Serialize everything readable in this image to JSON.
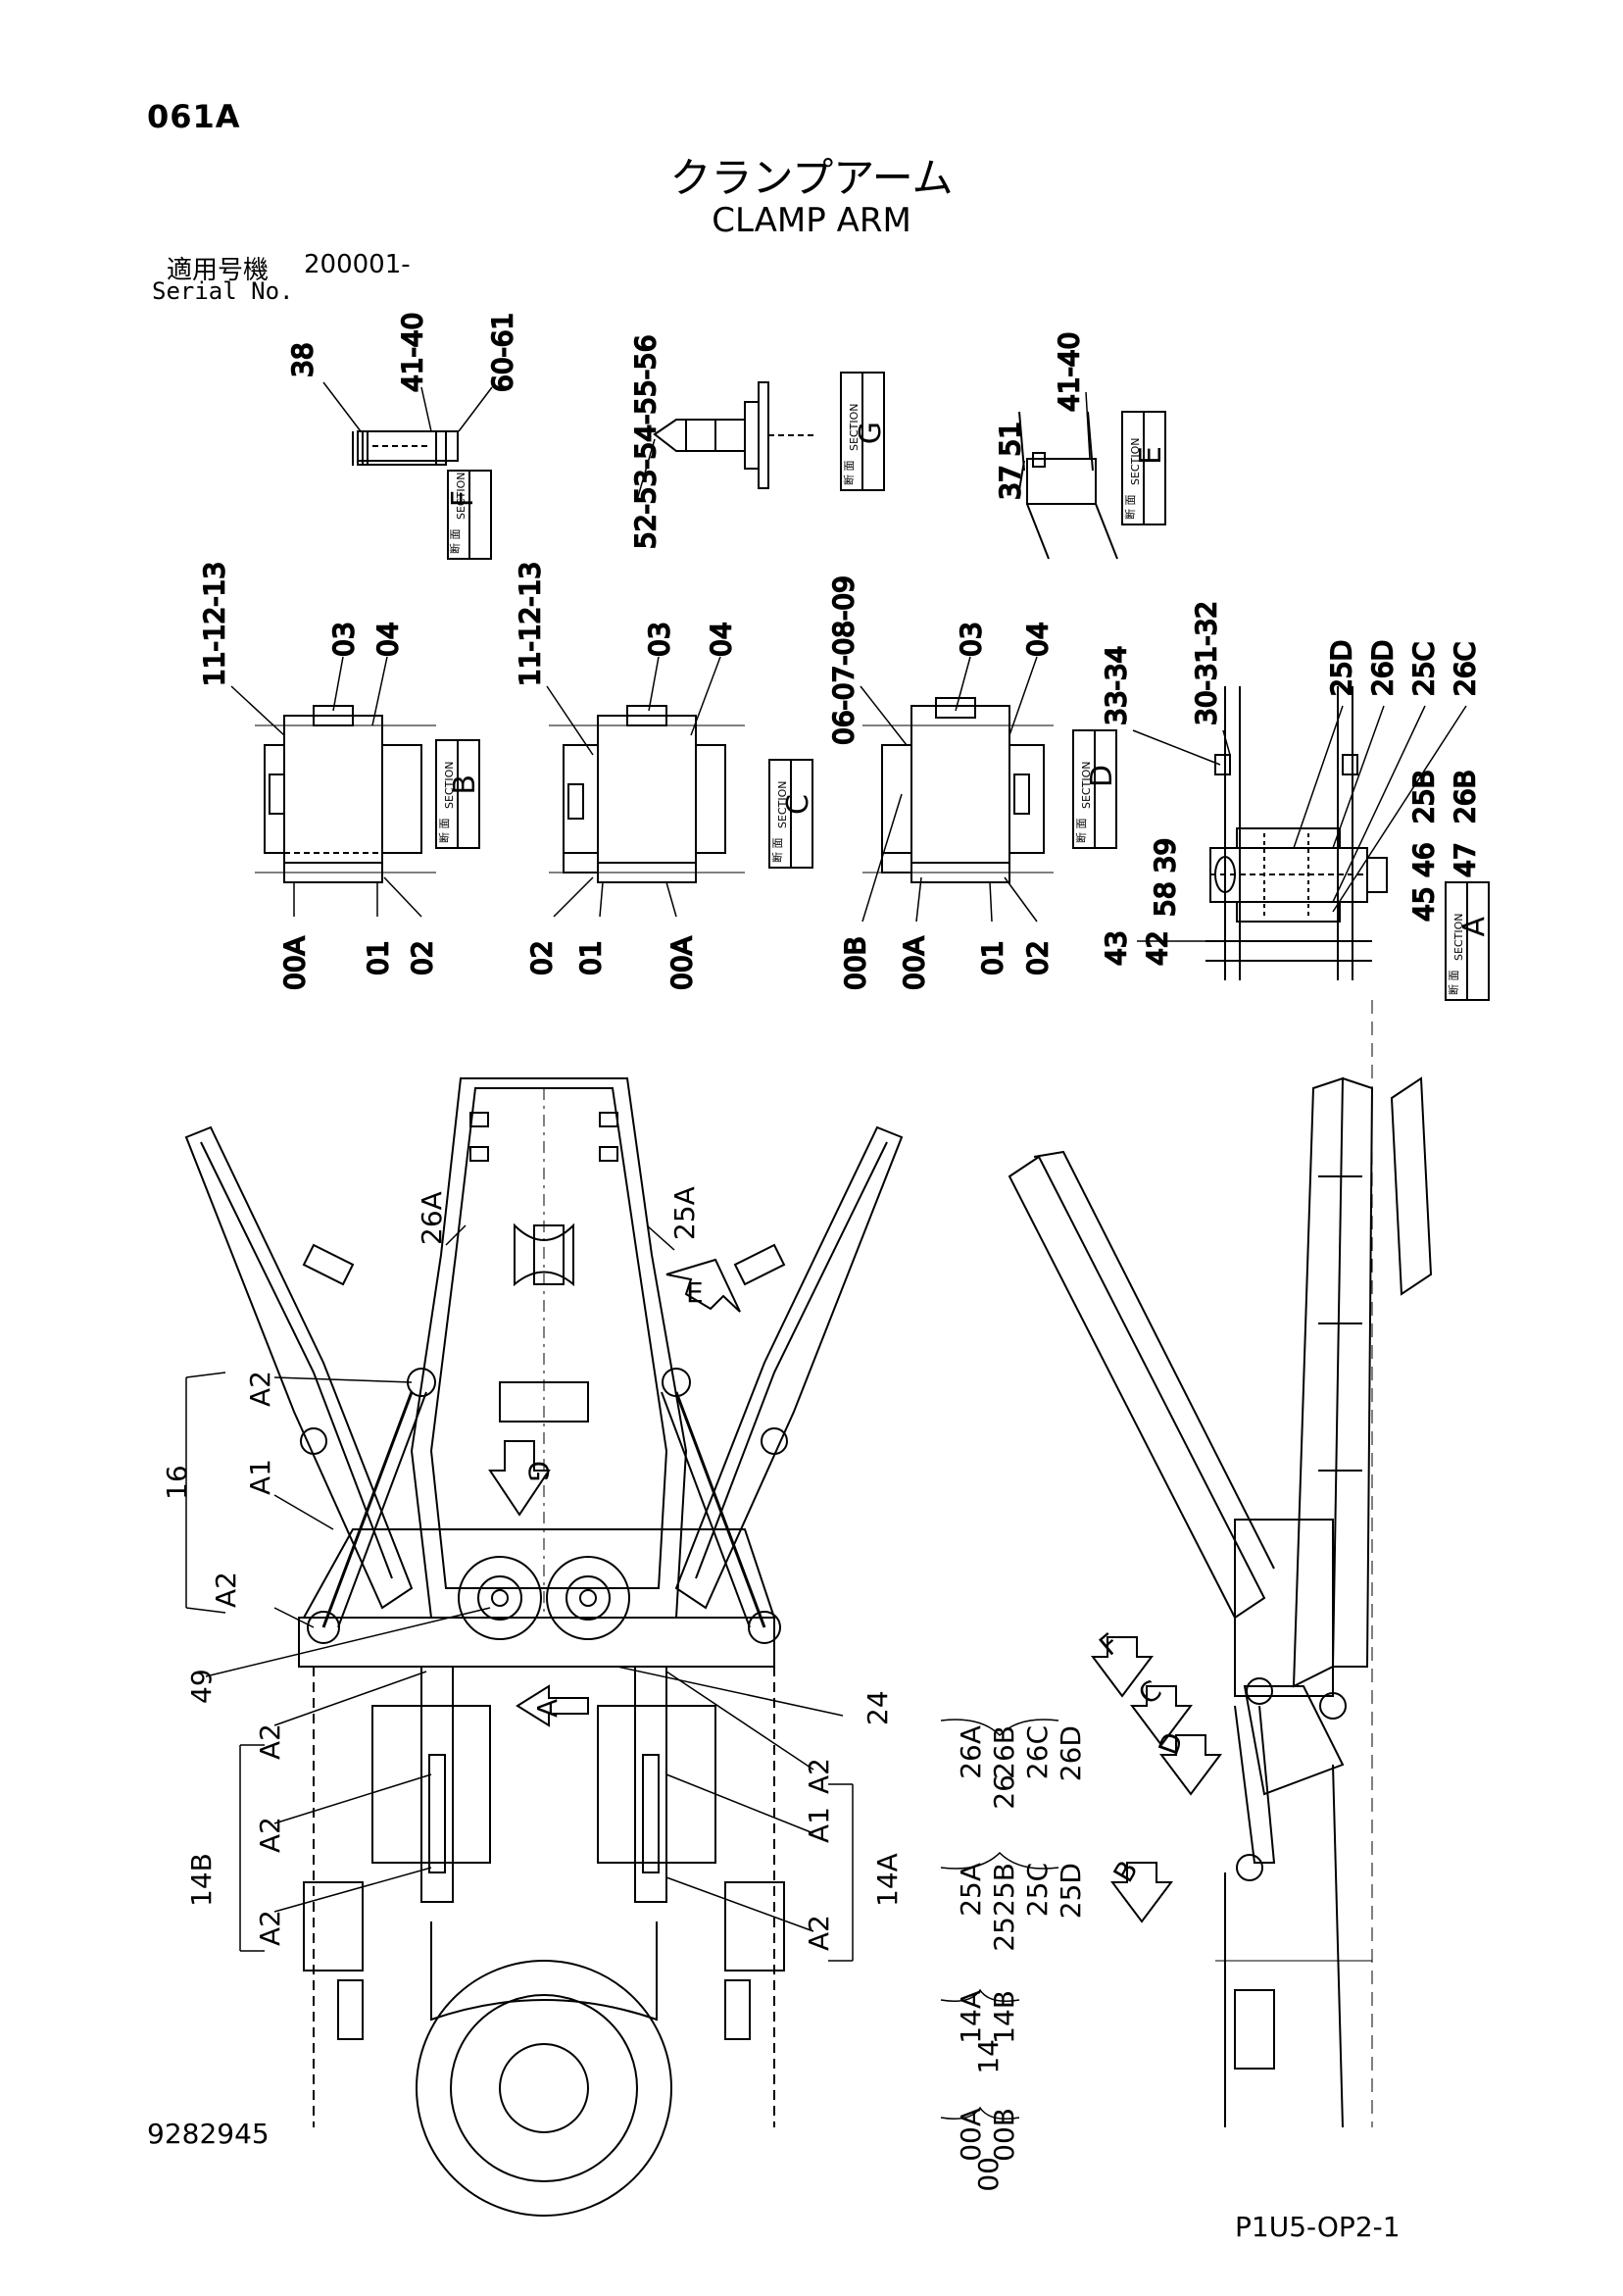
{
  "page": {
    "code": "061A",
    "title_ja": "クランプアーム",
    "title_en": "CLAMP ARM",
    "serial_label_ja": "適用号機",
    "serial_value": "200001-",
    "serial_label_en": "Serial No.",
    "doc_number": "9282945",
    "page_ref": "P1U5-OP2-1"
  },
  "sections": {
    "F": {
      "letter": "F",
      "ja": "断 面",
      "en": "SECTION",
      "labels": [
        "38",
        "41-40",
        "60-61"
      ]
    },
    "G": {
      "letter": "G",
      "ja": "断 面",
      "en": "SECTION",
      "labels": [
        "52-53-54-55-56"
      ]
    },
    "E": {
      "letter": "E",
      "ja": "断 面",
      "en": "SECTION",
      "labels": [
        "41-40",
        "37 51"
      ]
    },
    "B": {
      "letter": "B",
      "ja": "断 面",
      "en": "SECTION",
      "labels": [
        "11-12-13",
        "03",
        "04",
        "00A",
        "01",
        "02"
      ]
    },
    "C": {
      "letter": "C",
      "ja": "断 面",
      "en": "SECTION",
      "labels": [
        "11-12-13",
        "03",
        "04",
        "02",
        "01",
        "00A"
      ]
    },
    "D": {
      "letter": "D",
      "ja": "断 面",
      "en": "SECTION",
      "labels": [
        "06-07-08-09",
        "03",
        "04",
        "00B",
        "00A",
        "01",
        "02"
      ]
    },
    "A": {
      "letter": "A",
      "ja": "断 面",
      "en": "SECTION",
      "labels": [
        "33-34",
        "30-31-32",
        "25D",
        "26D",
        "25C",
        "26C",
        "25B",
        "26B",
        "46",
        "47",
        "45",
        "58 39",
        "43",
        "42"
      ]
    }
  },
  "main_labels": [
    "26A",
    "25A",
    "A2",
    "16",
    "A1",
    "A2",
    "49",
    "A2",
    "A2",
    "A1",
    "14B",
    "A2",
    "24",
    "A2",
    "A1",
    "14A",
    "A2"
  ],
  "view_arrows": [
    "E",
    "G",
    "A",
    "F",
    "C",
    "D",
    "B"
  ],
  "legend": {
    "g26": {
      "main": "26",
      "items": [
        "26A",
        "26B",
        "26C",
        "26D"
      ]
    },
    "g25": {
      "main": "25",
      "items": [
        "25A",
        "25B",
        "25C",
        "25D"
      ]
    },
    "g14": {
      "main": "14",
      "items": [
        "14A",
        "14B"
      ]
    },
    "g00": {
      "main": "00",
      "items": [
        "00A",
        "00B"
      ]
    }
  }
}
